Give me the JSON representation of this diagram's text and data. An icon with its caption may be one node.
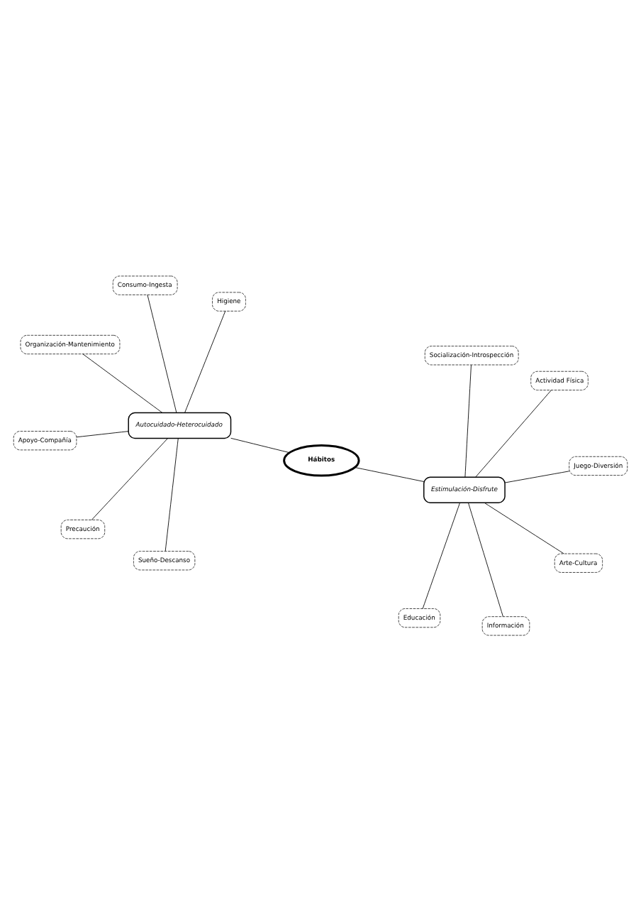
{
  "diagram": {
    "nodes": [
      {
        "text": [
          "Autocuidado-Heterocuidado"
        ]
      },
      {
        "text": [
          "Higiene"
        ]
      },
      {
        "text": [
          "Sueño-Descanso"
        ]
      },
      {
        "text": [
          "Organización-Mantenimiento"
        ]
      },
      {
        "text": [
          "Consumo-Ingesta"
        ]
      },
      {
        "text": [
          "Apoyo-Compañía"
        ]
      },
      {
        "text": [
          "Precaución"
        ]
      },
      {
        "text": [
          "Hábitos"
        ]
      },
      {
        "text": [
          "Educación"
        ]
      },
      {
        "text": [
          "Arte-Cultura"
        ]
      },
      {
        "text": [
          "Información"
        ]
      },
      {
        "text": [
          "Estimulación-Disfrute"
        ]
      },
      {
        "text": [
          "Juego-Diversión"
        ]
      },
      {
        "text": [
          "Actividad Física"
        ]
      },
      {
        "text": [
          "Socialización-Introspección"
        ]
      }
    ],
    "edges": [
      {
        "from": 0,
        "to": 1,
        "arrow": "none"
      },
      {
        "from": 0,
        "to": 2,
        "arrow": "none"
      },
      {
        "from": 0,
        "to": 3,
        "arrow": "none"
      },
      {
        "from": 0,
        "to": 4,
        "arrow": "none"
      },
      {
        "from": 0,
        "to": 5,
        "arrow": "none"
      },
      {
        "from": 0,
        "to": 6,
        "arrow": "none"
      },
      {
        "from": 7,
        "to": 0,
        "arrow": "none"
      },
      {
        "from": 7,
        "to": 11,
        "arrow": "none"
      },
      {
        "from": 11,
        "to": 8,
        "arrow": "none"
      },
      {
        "from": 11,
        "to": 9,
        "arrow": "none"
      },
      {
        "from": 11,
        "to": 10,
        "arrow": "none"
      },
      {
        "from": 11,
        "to": 12,
        "arrow": "none"
      },
      {
        "from": 11,
        "to": 13,
        "arrow": "none"
      },
      {
        "from": 11,
        "to": 14,
        "arrow": "none"
      }
    ]
  }
}
